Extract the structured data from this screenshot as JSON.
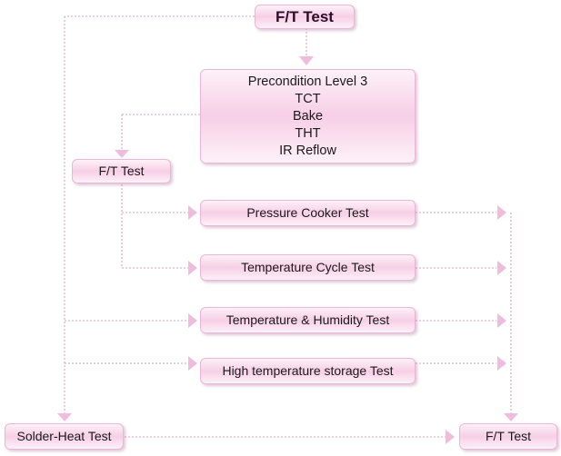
{
  "diagram": {
    "nodes": {
      "ft_test_top": "F/T Test",
      "precondition": [
        "Precondition Level 3",
        "TCT",
        "Bake",
        "THT",
        "IR Reflow"
      ],
      "ft_test_left": "F/T Test",
      "pressure_cooker": "Pressure Cooker Test",
      "temperature_cycle": "Temperature Cycle Test",
      "temp_humidity": "Temperature & Humidity Test",
      "high_temp_storage": "High temperature storage Test",
      "solder_heat": "Solder-Heat Test",
      "ft_test_final": "F/T Test"
    },
    "colors": {
      "box_fill": "#f7cfe6",
      "box_border": "#e9b6d6",
      "connector": "#c9a6c0",
      "arrow": "#f0bcdb"
    }
  }
}
